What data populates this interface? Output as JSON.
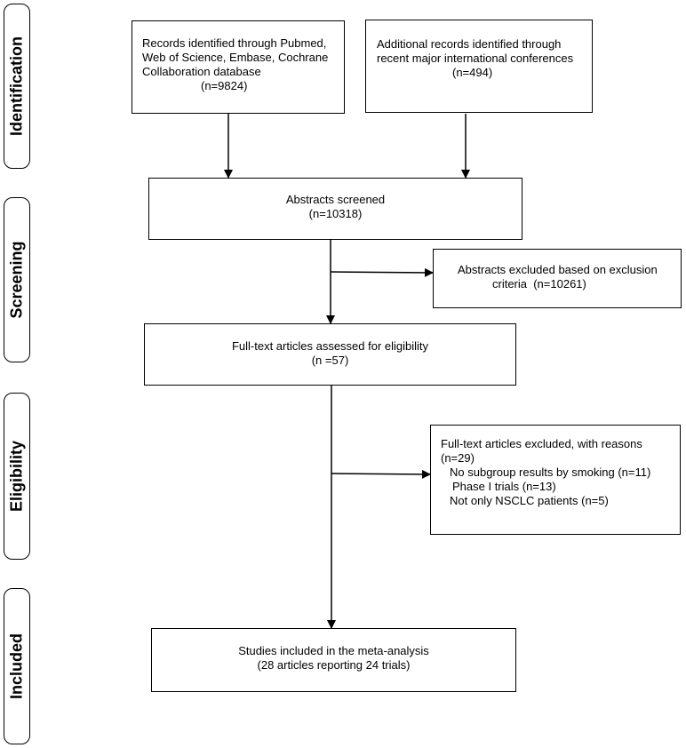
{
  "phases": {
    "identification": "Identification",
    "screening": "Screening",
    "eligibility": "Eligibility",
    "included": "Included"
  },
  "boxes": {
    "databases": {
      "lines": [
        "Records identified through Pubmed,",
        "Web of Science, Embase, Cochrane",
        "Collaboration database"
      ],
      "count": "(n=9824)"
    },
    "conferences": {
      "lines": [
        "Additional records identified through",
        "recent major international conferences"
      ],
      "count": "(n=494)"
    },
    "abstracts_screened": {
      "title": "Abstracts screened",
      "count": "(n=10318)"
    },
    "abstracts_excluded": {
      "lines": [
        "Abstracts excluded based on exclusion",
        "criteria  (n=10261)"
      ]
    },
    "fulltext_assessed": {
      "title": "Full-text articles assessed for eligibility",
      "count": "(n =57)"
    },
    "fulltext_excluded": {
      "lines": [
        "Full-text articles excluded, with reasons",
        "(n=29)"
      ],
      "reasons": [
        "No subgroup results by smoking (n=11)",
        "Phase I trials (n=13)",
        "Not only NSCLC patients (n=5)"
      ]
    },
    "included": {
      "title": "Studies included in the meta-analysis",
      "count": "(28 articles reporting 24 trials)"
    }
  }
}
